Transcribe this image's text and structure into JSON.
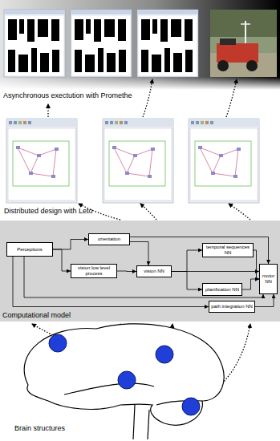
{
  "diagram": {
    "nodes": [
      {
        "text": [
          "Computational model"
        ]
      },
      {
        "text": [
          "Perceptions"
        ],
        "in": 0
      },
      {
        "text": [
          "orientation"
        ],
        "in": 0
      },
      {
        "text": [
          "vision low level process"
        ],
        "in": 0
      },
      {
        "text": [
          "vision NN"
        ],
        "in": 0
      },
      {
        "text": [
          "temporal sequences NN"
        ],
        "in": 0
      },
      {
        "text": [
          "planification NN"
        ],
        "in": 0
      },
      {
        "text": [
          "path integration NN"
        ],
        "in": 0
      },
      {
        "text": [
          "motor NN"
        ],
        "in": 0
      }
    ],
    "edges": [
      {
        "from": 1,
        "to": 2,
        "arrow": "to"
      },
      {
        "from": 1,
        "to": 3,
        "arrow": "to"
      },
      {
        "from": 3,
        "to": 4,
        "arrow": "to"
      },
      {
        "from": 2,
        "to": 4,
        "arrow": "to"
      },
      {
        "from": 2,
        "to": 8,
        "arrow": "to"
      },
      {
        "from": 4,
        "to": 5,
        "arrow": "to"
      },
      {
        "from": 4,
        "to": 6,
        "arrow": "to"
      },
      {
        "from": 4,
        "to": 8,
        "arrow": "to"
      },
      {
        "from": 5,
        "to": 8,
        "arrow": "to"
      },
      {
        "from": 6,
        "to": 8,
        "arrow": "to"
      },
      {
        "from": 7,
        "to": 8,
        "arrow": "to"
      },
      {
        "from": 1,
        "to": 7,
        "arrow": "to"
      },
      {
        "from": 1,
        "to": 8,
        "arrow": "to"
      }
    ],
    "labels": [
      "Asynchronous exectution with Promethe",
      "Distributed design with Leto",
      "Brain structures"
    ]
  }
}
